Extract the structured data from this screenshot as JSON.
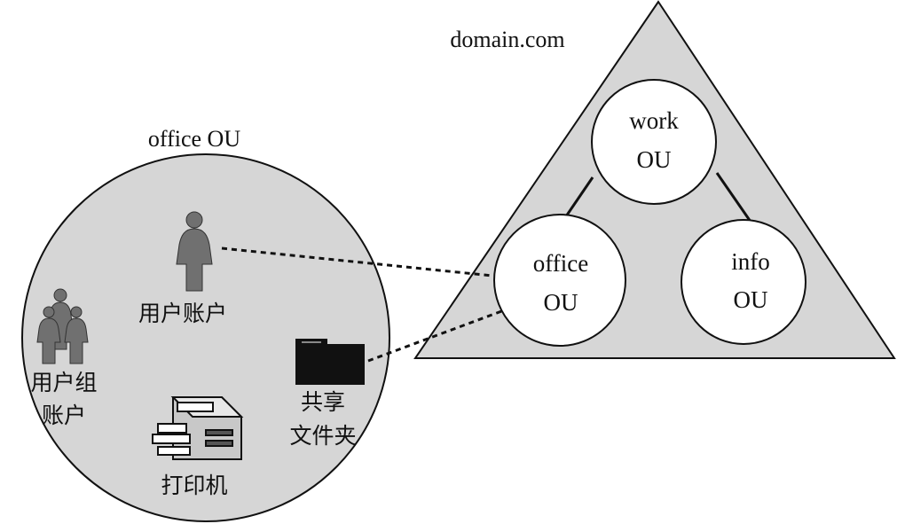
{
  "domain_label": "domain.com",
  "office_group_label": "office OU",
  "tree_nodes": {
    "work": {
      "line1": "work",
      "line2": "OU"
    },
    "office": {
      "line1": "office",
      "line2": "OU"
    },
    "info": {
      "line1": "info",
      "line2": "OU"
    }
  },
  "objects": {
    "user_account": "用户账户",
    "user_group_line1": "用户组",
    "user_group_line2": "账户",
    "shared_folder_line1": "共享",
    "shared_folder_line2": "文件夹",
    "printer": "打印机"
  },
  "colors": {
    "shape_fill": "#d6d6d6",
    "node_fill": "#ffffff",
    "stroke": "#111111"
  }
}
